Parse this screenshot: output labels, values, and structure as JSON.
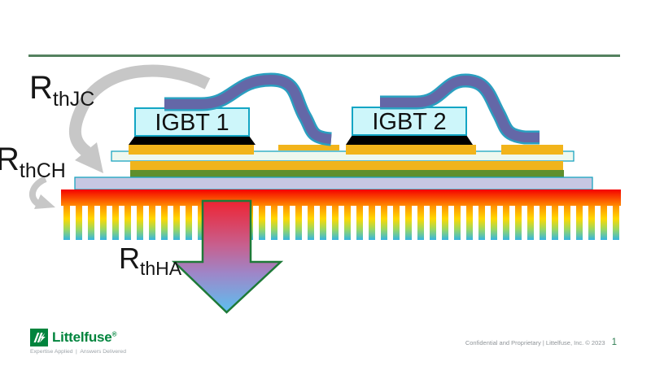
{
  "diagram": {
    "igbt1_label": "IGBT 1",
    "igbt2_label": "IGBT 2",
    "rth_jc": {
      "main": "R",
      "sub": "thJC"
    },
    "rth_ch": {
      "main": "R",
      "sub": "thCH"
    },
    "rth_ha": {
      "main": "R",
      "sub": "thHA"
    }
  },
  "footer": {
    "brand": "Littelfuse",
    "registered_mark": "®",
    "tagline_left": "Expertise Applied",
    "tagline_separator": "|",
    "tagline_right": "Answers Delivered",
    "confidential_text": "Confidential and Proprietary | Littelfuse, Inc. © 2023",
    "page_number": "1"
  },
  "icons": {
    "logo": "littelfuse-logo",
    "rth_jc_arrow": "gray-curved-loop-arrow",
    "rth_ch_arrow": "gray-curved-arrow-right",
    "rth_ha_arrow": "gradient-down-arrow"
  },
  "colors": {
    "divider_green": "#54815F",
    "brand_green": "#00843D",
    "igbt_fill": "#CDF6FA",
    "igbt_border": "#13A5C4",
    "wire_fill": "#6467A7",
    "wire_outline": "#2A9FC0",
    "copper": "#F2B41B",
    "ceramic": "#EEF8EF",
    "pcb_green": "#5F8F2D",
    "baseplate": "#C6C7E2",
    "heatsink_hot": "#F40000",
    "heatsink_cold": "#35B5E0",
    "arrow_border_green": "#1E7A38",
    "gray_arrow": "#C7C7C7"
  }
}
